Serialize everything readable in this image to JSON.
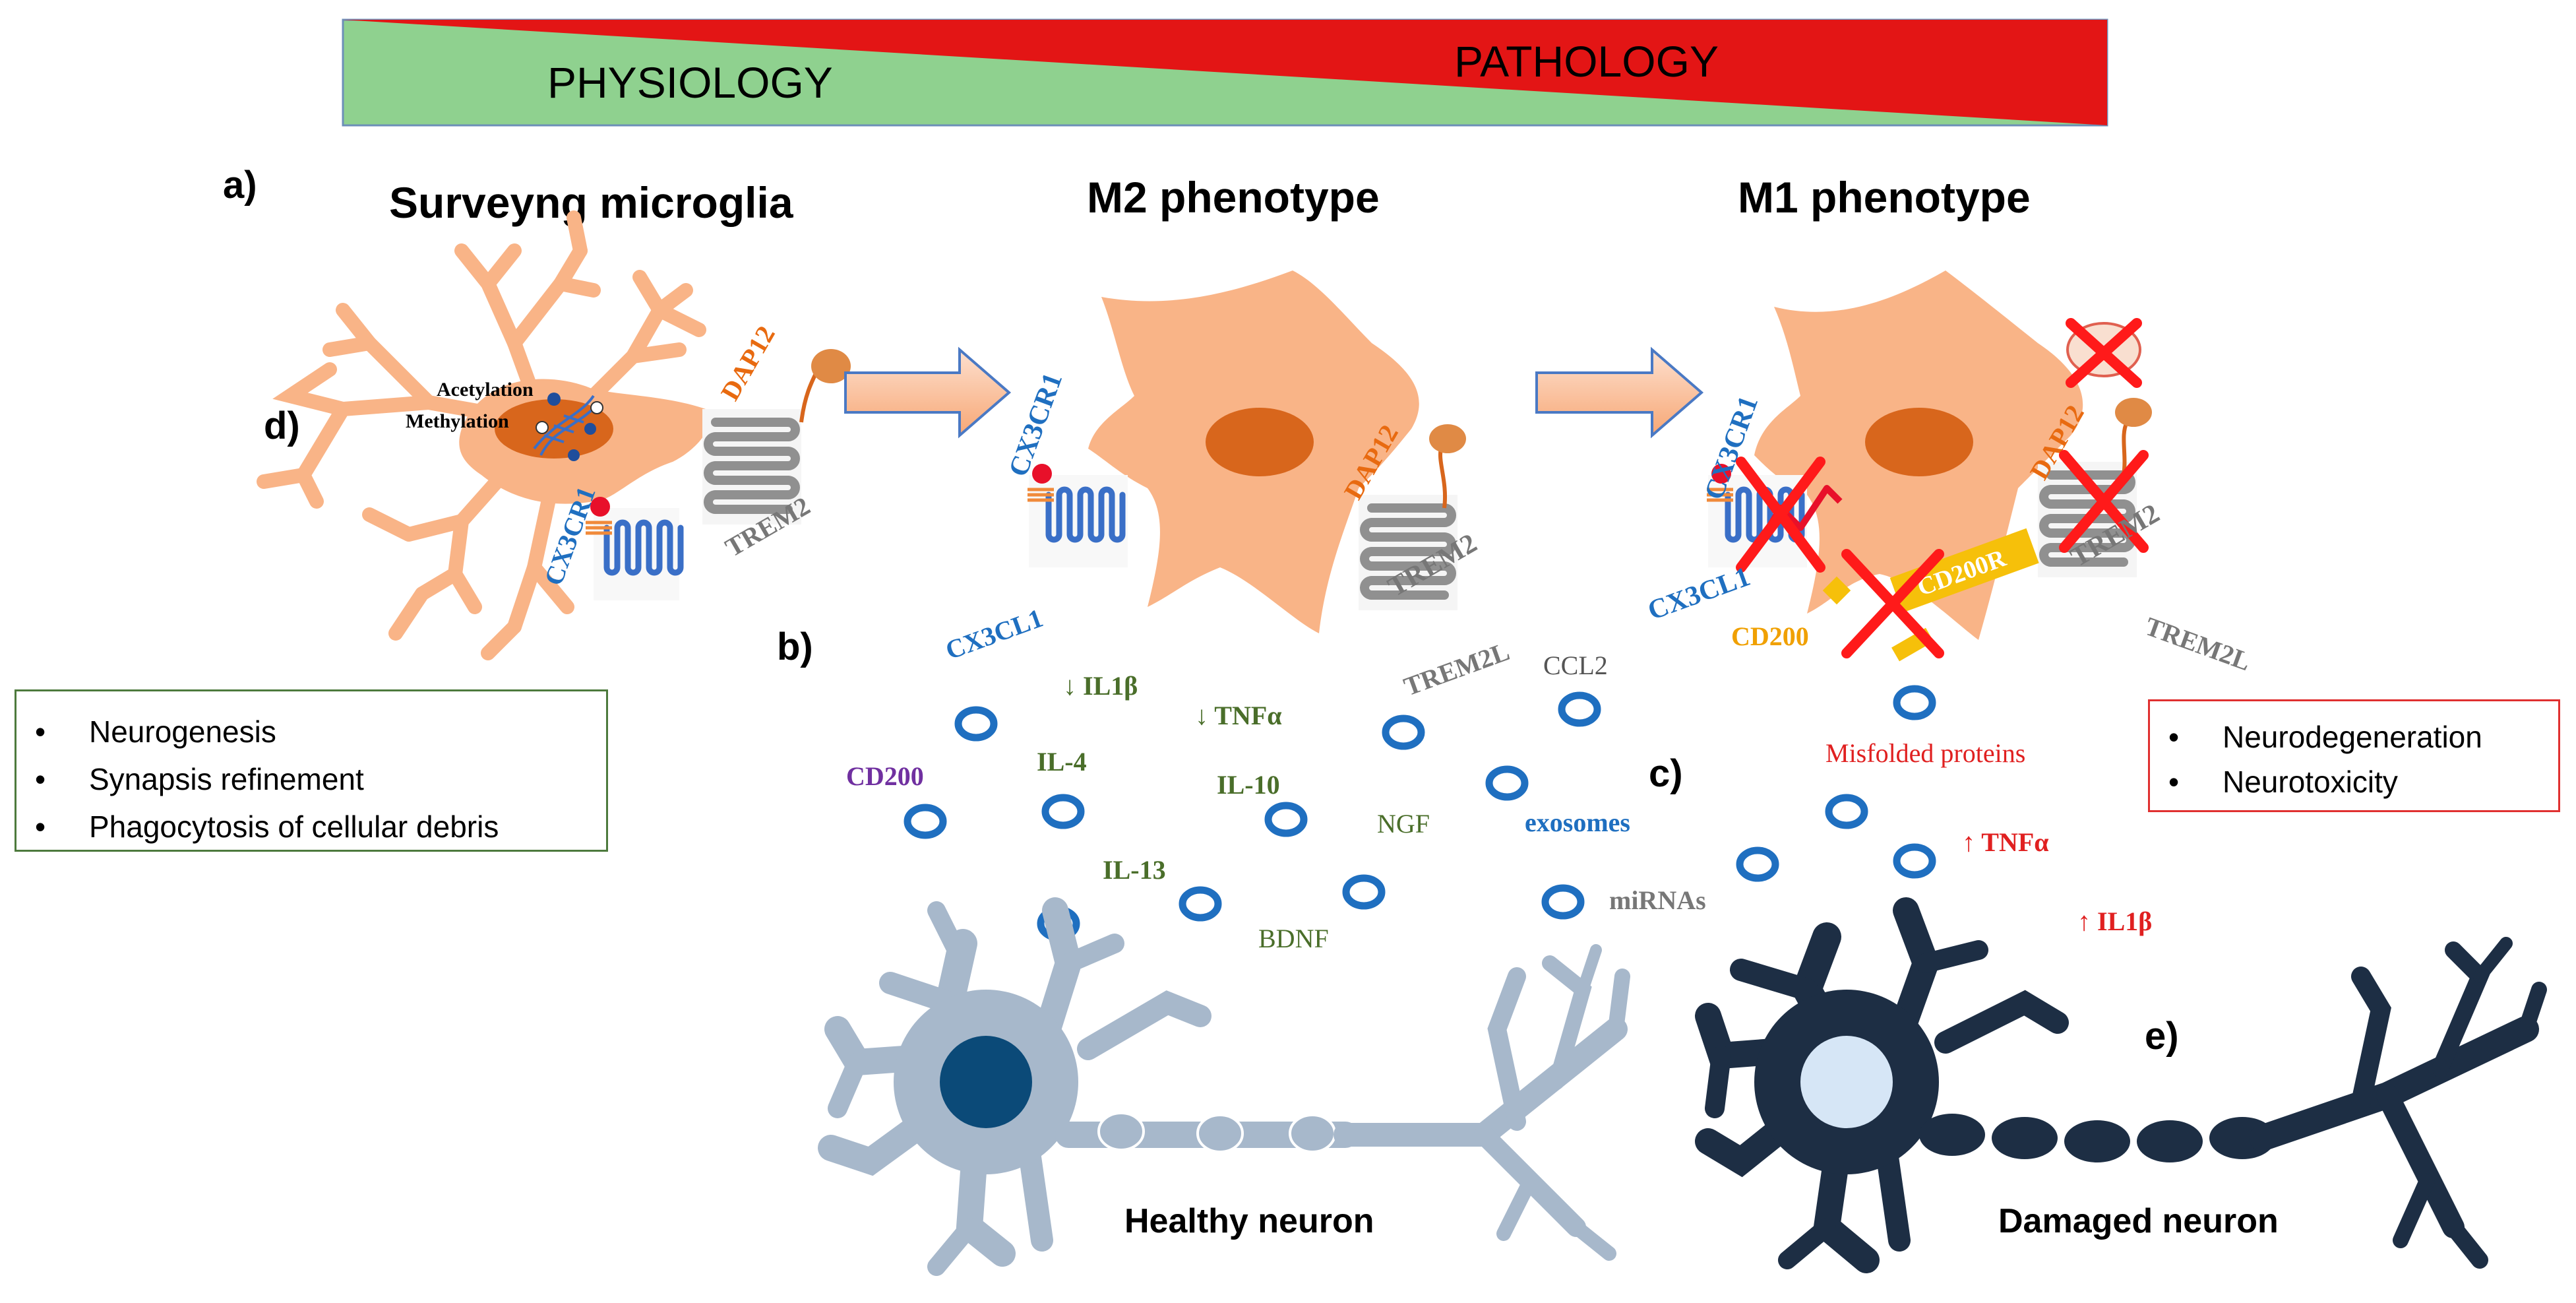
{
  "banner": {
    "left_label": "PHYSIOLOGY",
    "right_label": "PATHOLOGY",
    "colors": {
      "physiology": "#8fd18f",
      "pathology": "#e31515"
    }
  },
  "panel_letters": {
    "a": "a)",
    "b": "b)",
    "c": "c)",
    "d": "d)",
    "e": "e)"
  },
  "cells": {
    "surveying": {
      "title": "Surveyng microglia",
      "labels": {
        "acetylation": "Acetylation",
        "methylation": "Methylation",
        "dap12": "DAP12",
        "trem2": "TREM2",
        "cx3cr1": "CX3CR1"
      }
    },
    "m2": {
      "title": "M2 phenotype",
      "labels": {
        "cx3cr1": "CX3CR1",
        "dap12": "DAP12",
        "trem2": "TREM2"
      }
    },
    "m1": {
      "title": "M1 phenotype",
      "labels": {
        "cx3cr1": "CX3CR1",
        "dap12": "DAP12",
        "trem2": "TREM2",
        "cx3cl1": "CX3CL1",
        "cd200r": "CD200R",
        "cd200": "CD200",
        "trem2l": "TREM2L"
      }
    }
  },
  "molecules": {
    "cx3cl1": "CX3CL1",
    "il1b_down": "↓ IL1β",
    "tnfa_down": "↓ TNFα",
    "trem2l": "TREM2L",
    "ccl2": "CCL2",
    "cd200": "CD200",
    "il4": "IL-4",
    "il10": "IL-10",
    "ngf": "NGF",
    "exosomes": "exosomes",
    "il13": "IL-13",
    "bdnf": "BDNF",
    "mirnas": "miRNAs",
    "misfolded": "Misfolded proteins",
    "tnfa_up": "↑ TNFα",
    "il1b_up": "↑ IL1β"
  },
  "physiology_box": {
    "items": [
      "Neurogenesis",
      "Synapsis refinement",
      "Phagocytosis of cellular debris"
    ]
  },
  "pathology_box": {
    "items": [
      "Neurodegeneration",
      "Neurotoxicity"
    ]
  },
  "neurons": {
    "healthy": "Healthy neuron",
    "damaged": "Damaged neuron"
  },
  "palette": {
    "microglia": "#f9b487",
    "nucleus": "#d8661c",
    "receptor_blue": "#3a6fc7",
    "receptor_grey": "#8a8a8a",
    "healthy_neuron": "#a7b8cb",
    "healthy_nucleus": "#0b4a78",
    "damaged_neuron": "#1d2e44",
    "damaged_nucleus": "#d6e6f6",
    "cross": "#ff1a1a"
  }
}
